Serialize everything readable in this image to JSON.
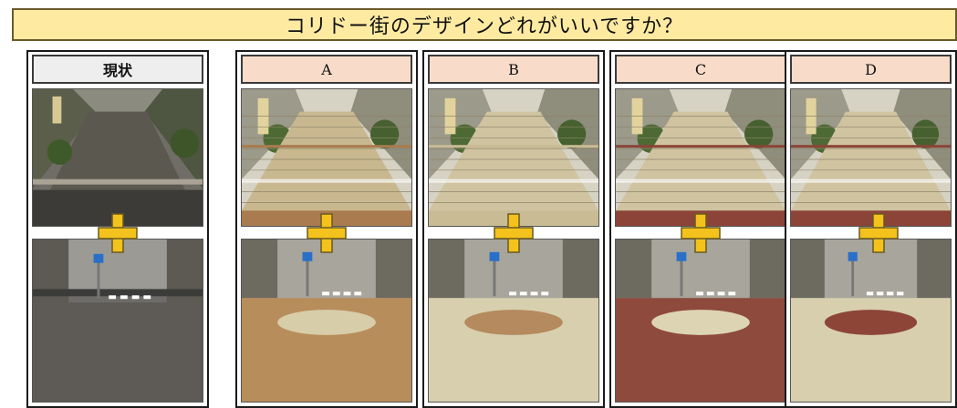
{
  "title": "コリドー街のデザインどれがいいですか？",
  "current": {
    "label": "現状"
  },
  "options": [
    {
      "label": "A",
      "pave": "#c9b78f",
      "band": "#a97b4e",
      "plaza": "#b88d5c",
      "circle": "#d8cda9"
    },
    {
      "label": "B",
      "pave": "#cfc3a0",
      "band": "#c9bb94",
      "plaza": "#d8cfae",
      "circle": "#b48a5e"
    },
    {
      "label": "C",
      "pave": "#cfc3a0",
      "band": "#8b4437",
      "plaza": "#8e4a3c",
      "circle": "#ddd4b4"
    },
    {
      "label": "D",
      "pave": "#cfc3a0",
      "band": "#8b4437",
      "plaza": "#d8cfae",
      "circle": "#8d4538"
    }
  ],
  "colors": {
    "plus": "#f4c21c",
    "plus_outline": "#6a5a20",
    "title_bg": "#ffeaa2",
    "option_header_bg": "#f8dcc9"
  }
}
